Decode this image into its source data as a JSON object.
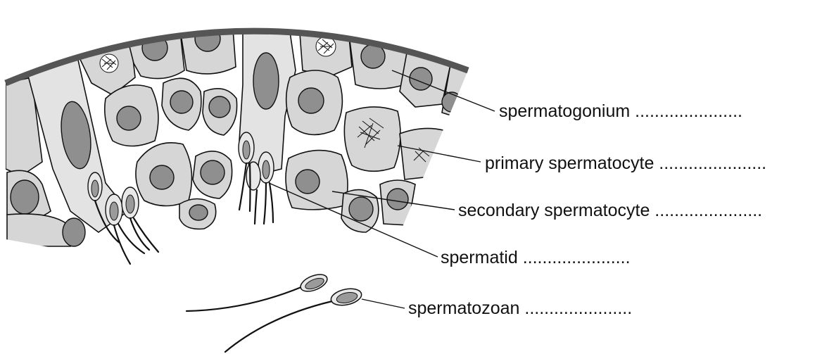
{
  "labels": {
    "spermatogonium": "spermatogonium ......................",
    "primary_spermatocyte": "primary spermatocyte ......................",
    "secondary_spermatocyte": "secondary spermatocyte ......................",
    "spermatid": "spermatid ......................",
    "spermatozoan": "spermatozoan ......................"
  },
  "colors": {
    "cell_fill": "#d6d6d6",
    "nucleus_fill": "#8f8f8f",
    "basement_membrane": "#555555",
    "outline": "#111111"
  }
}
